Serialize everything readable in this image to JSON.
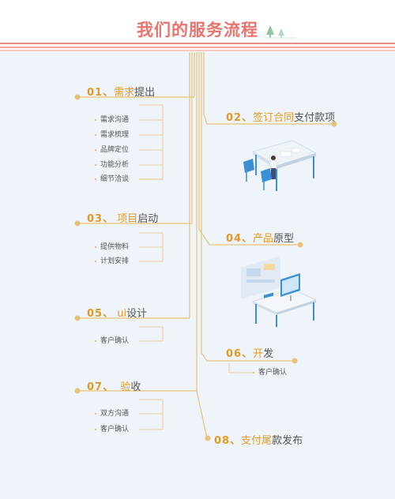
{
  "page_title": [
    "我们的",
    "服务",
    "流程"
  ],
  "steps": [
    {
      "num": "01、",
      "hl": "需求",
      "rest": "提出",
      "subs": [
        "需求沟通",
        "需求梳理",
        "品牌定位",
        "功能分析",
        "细节洽谈"
      ]
    },
    {
      "num": "02、",
      "hl": "签订合同",
      "rest": "支付款项",
      "subs": []
    },
    {
      "num": "03、",
      "hl": "项目",
      "rest": "启动",
      "subs": [
        "提供物料",
        "计划安排"
      ]
    },
    {
      "num": "04、",
      "hl": "产品",
      "rest": "原型",
      "subs": []
    },
    {
      "num": "05、",
      "hl": "ui",
      "rest": "设计",
      "subs": [
        "客户确认"
      ]
    },
    {
      "num": "06、",
      "hl": "开",
      "rest": "发",
      "subs": [
        "客户确认"
      ]
    },
    {
      "num": "07、",
      "hl": "验",
      "rest": "收",
      "subs": [
        "双方沟通",
        "客户确认"
      ]
    },
    {
      "num": "08、",
      "hl": "支付尾",
      "rest": "款发布",
      "subs": []
    }
  ],
  "colors": {
    "accent": "#e39a24",
    "line": "#e8c27a",
    "title": "#e8736f",
    "background": "#eef4f9"
  },
  "illustrations": [
    "meeting-table-illustration",
    "design-monitor-illustration"
  ]
}
